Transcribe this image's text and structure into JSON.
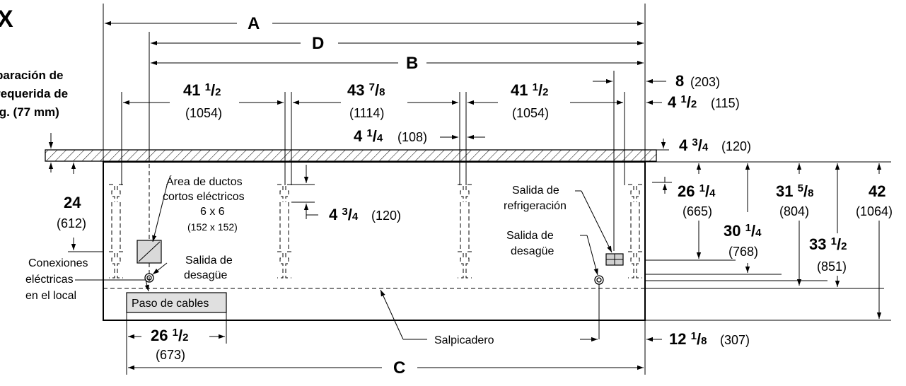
{
  "corner_label": "X",
  "clearance_note": [
    "paración de",
    "requerida de",
    "lg. (77 mm)"
  ],
  "dimension_letters": {
    "a": "A",
    "b": "B",
    "c": "C",
    "d": "D"
  },
  "dimensions": {
    "spacing_1": {
      "whole": "41",
      "num": "1",
      "den": "2",
      "mm": "(1054)"
    },
    "spacing_2": {
      "whole": "43",
      "num": "7",
      "den": "8",
      "mm": "(1114)"
    },
    "spacing_3": {
      "whole": "41",
      "num": "1",
      "den": "2",
      "mm": "(1054)"
    },
    "right_8": {
      "whole": "8",
      "mm": "(203)"
    },
    "right_4_half": {
      "whole": "4",
      "num": "1",
      "den": "2",
      "mm": "(115)"
    },
    "leg_4_quarter": {
      "whole": "4",
      "num": "1",
      "den": "4",
      "mm": "(108)"
    },
    "top_4_3_4": {
      "whole": "4",
      "num": "3",
      "den": "4",
      "mm": "(120)"
    },
    "leg_4_3_4": {
      "whole": "4",
      "num": "3",
      "den": "4",
      "mm": "(120)"
    },
    "height_24": {
      "whole": "24",
      "mm": "(612)"
    },
    "h_26_1_4": {
      "whole": "26",
      "num": "1",
      "den": "4",
      "mm": "(665)"
    },
    "h_30_1_4": {
      "whole": "30",
      "num": "1",
      "den": "4",
      "mm": "(768)"
    },
    "h_31_5_8": {
      "whole": "31",
      "num": "5",
      "den": "8",
      "mm": "(804)"
    },
    "h_33_1_2": {
      "whole": "33",
      "num": "1",
      "den": "2",
      "mm": "(851)"
    },
    "h_42": {
      "whole": "42",
      "mm": "(1064)"
    },
    "bottom_26_1_2": {
      "whole": "26",
      "num": "1",
      "den": "2",
      "mm": "(673)"
    },
    "bottom_12_1_8": {
      "whole": "12",
      "num": "1",
      "den": "8",
      "mm": "(307)"
    }
  },
  "labels": {
    "electrical_area": [
      "Área de ductos",
      "cortos eléctricos",
      "6 x 6",
      "(152 x 152)"
    ],
    "drain_left": [
      "Salida de",
      "desagüe"
    ],
    "local_connections": [
      "Conexiones",
      "eléctricas",
      "en el local"
    ],
    "cable_pass": "Paso de cables",
    "refrigeration": [
      "Salida de",
      "refrigeración"
    ],
    "drain_right": [
      "Salida de",
      "desagüe"
    ],
    "backsplash": "Salpicadero"
  }
}
